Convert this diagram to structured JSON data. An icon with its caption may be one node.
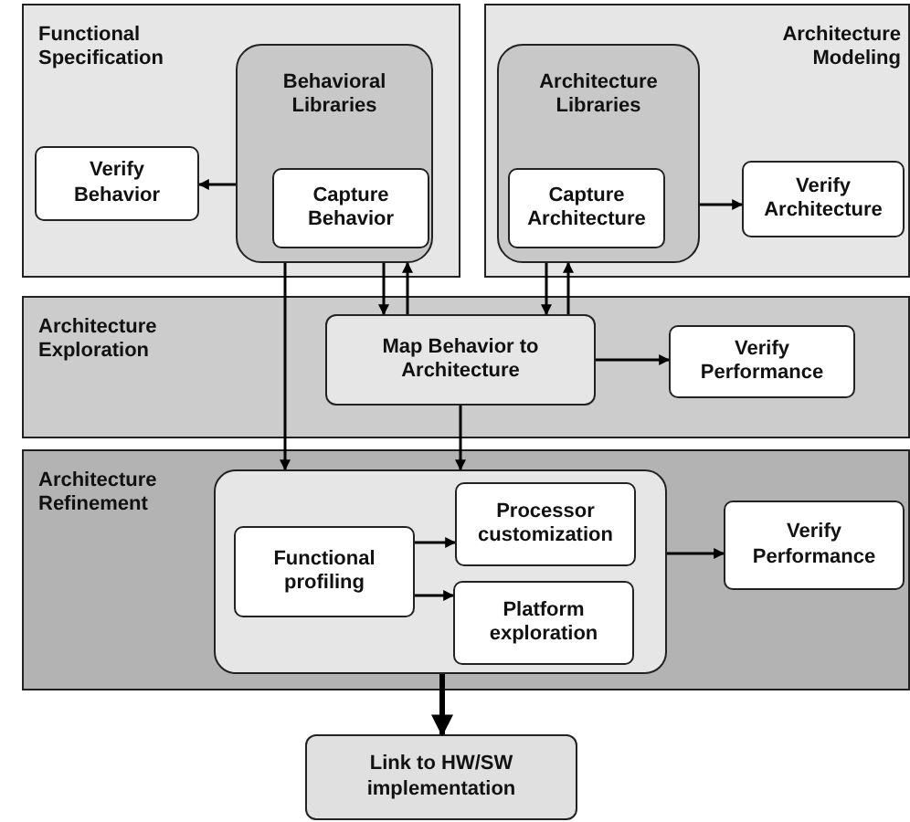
{
  "diagram": {
    "nodes": [
      {
        "text": [
          "Functional Specification"
        ]
      },
      {
        "text": [
          "Behavioral Libraries"
        ],
        "in": 0
      },
      {
        "text": [
          "Capture Behavior"
        ],
        "in": 1
      },
      {
        "text": [
          "Verify Behavior"
        ],
        "in": 0
      },
      {
        "text": [
          "Architecture Modeling"
        ]
      },
      {
        "text": [
          "Architecture Libraries"
        ],
        "in": 4
      },
      {
        "text": [
          "Capture Architecture"
        ],
        "in": 5
      },
      {
        "text": [
          "Verify Architecture"
        ],
        "in": 4
      },
      {
        "text": [
          "Architecture Exploration"
        ]
      },
      {
        "text": [
          "Map Behavior to Architecture"
        ],
        "in": 8
      },
      {
        "text": [
          "Verify Performance"
        ],
        "in": 8
      },
      {
        "text": [
          "Architecture Refinement"
        ]
      },
      {
        "text": [],
        "shape": "box",
        "in": 11
      },
      {
        "text": [
          "Functional profiling"
        ],
        "in": 12
      },
      {
        "text": [
          "Processor customization"
        ],
        "in": 12
      },
      {
        "text": [
          "Platform exploration"
        ],
        "in": 12
      },
      {
        "text": [
          "Verify Performance"
        ],
        "in": 11
      },
      {
        "text": [
          "Link to HW/SW implementation"
        ]
      }
    ],
    "edges": [
      {
        "from": 1,
        "to": 3,
        "arrow": "to"
      },
      {
        "from": 1,
        "to": 12,
        "arrow": "to"
      },
      {
        "from": 1,
        "to": 9,
        "arrow": "to"
      },
      {
        "from": 9,
        "to": 1,
        "arrow": "to"
      },
      {
        "from": 5,
        "to": 9,
        "arrow": "to"
      },
      {
        "from": 9,
        "to": 5,
        "arrow": "to"
      },
      {
        "from": 5,
        "to": 7,
        "arrow": "to"
      },
      {
        "from": 9,
        "to": 10,
        "arrow": "to"
      },
      {
        "from": 9,
        "to": 12,
        "arrow": "to"
      },
      {
        "from": 13,
        "to": 14,
        "arrow": "to"
      },
      {
        "from": 13,
        "to": 15,
        "arrow": "to"
      },
      {
        "from": 12,
        "to": 16,
        "arrow": "to"
      },
      {
        "from": 12,
        "to": 17,
        "arrow": "to",
        "style": "thick"
      }
    ]
  }
}
